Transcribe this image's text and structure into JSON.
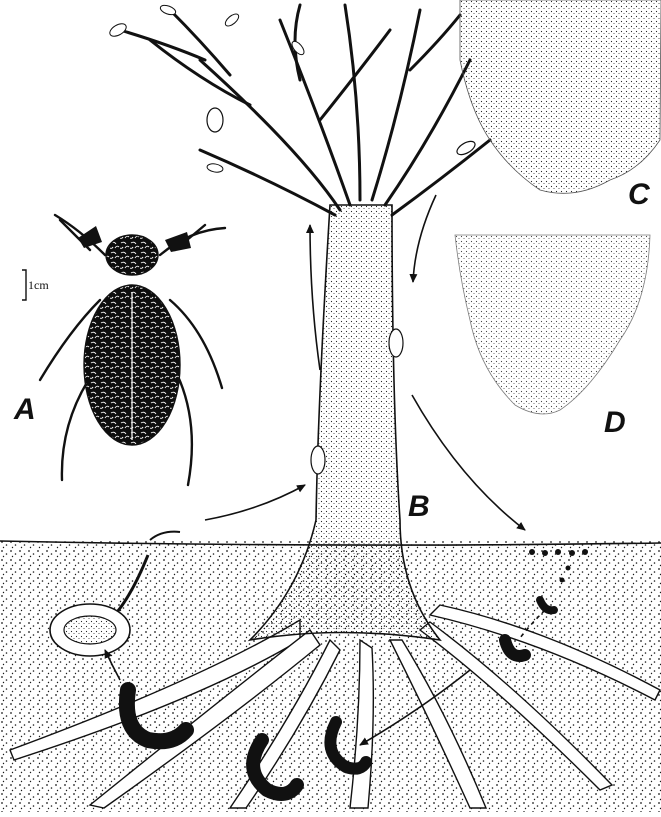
{
  "figure": {
    "labels": {
      "adult_beetle": "A",
      "tree": "B",
      "pygidium_upper": "C",
      "pygidium_lower": "D"
    },
    "scale_bar": "1cm"
  },
  "colors": {
    "ink": "#111111",
    "paper": "#ffffff",
    "stipple": "#1a1a1a"
  }
}
